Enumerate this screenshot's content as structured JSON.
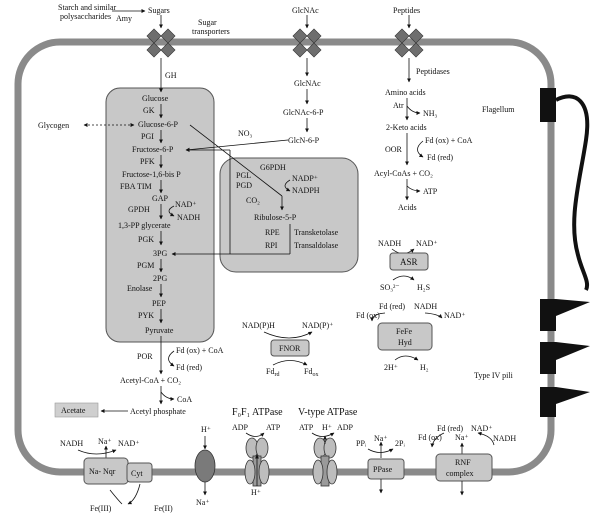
{
  "external": {
    "starch": [
      "Starch and similar",
      "polysaccharides"
    ],
    "amy": "Amy",
    "sugars": "Sugars",
    "sugar_transporters": [
      "Sugar",
      "transporters"
    ],
    "glcnac": "GlcNAc",
    "peptides": "Peptides"
  },
  "glycolysis": {
    "gh": "GH",
    "glucose": "Glucose",
    "gk": "GK",
    "glycogen": "Glycogen",
    "g6p": "Glucose-6-P",
    "pgi": "PGI",
    "f6p": "Fructose-6-P",
    "pfk": "PFK",
    "f16bp": "Fructose-1,6-bis P",
    "fba_tim": "FBA TIM",
    "gap": "GAP",
    "gpdh": "GPDH",
    "nad_plus": "NAD⁺",
    "nadh": "NADH",
    "bpg": "1,3-PP glycerate",
    "pgk": "PGK",
    "pg3": "3PG",
    "pgm": "PGM",
    "pg2": "2PG",
    "enolase": "Enolase",
    "pep": "PEP",
    "pyk": "PYK",
    "pyruvate": "Pyruvate"
  },
  "ppp": {
    "no3": "NO₃",
    "g6pdh": "G6PDH",
    "pgl": "PGL",
    "pgd": "PGD",
    "nadp_plus": "NADP⁺",
    "nadph": "NADPH",
    "co2": "CO₂",
    "ribulose": "Ribulose-5-P",
    "rpe": "RPE",
    "rpi": "RPI",
    "transketolase": "Transketolase",
    "transaldolase": "Transaldolase"
  },
  "glcnac_path": {
    "glcnac": "GlcNAc",
    "glcnac6p": "GlcNAc-6-P",
    "glcn6p": "GlcN-6-P"
  },
  "amino": {
    "peptidases": "Peptidases",
    "amino_acids": "Amino acids",
    "atr": "Atr",
    "nh3": "NH₃",
    "keto": "2-Keto acids",
    "oor": "OOR",
    "fd_ox_coa": "Fd (ox) + CoA",
    "fd_red": "Fd (red)",
    "acyl": "Acyl-CoAs + CO₂",
    "atp": "ATP",
    "acids": "Acids"
  },
  "flagellum": "Flagellum",
  "type_iv_pili": "Type IV pili",
  "asr": {
    "nadh": "NADH",
    "nad_plus": "NAD⁺",
    "label": "ASR",
    "so3": "SO₃²⁻",
    "h2s": "H₂S"
  },
  "fefe": {
    "fd_ox": "Fd (ox)",
    "fd_red": "Fd (red)",
    "nadh": "NADH",
    "nad_plus": "NAD⁺",
    "label1": "FeFe",
    "label2": "Hyd",
    "h_plus": "2H⁺",
    "h2": "H₂"
  },
  "fnor": {
    "nadph": "NAD(P)H",
    "nadp_plus": "NAD(P)⁺",
    "label": "FNOR",
    "fd_rd": "Fd",
    "fd_rd_sub": "rd",
    "fd_ox": "Fd",
    "fd_ox_sub": "ox"
  },
  "por": {
    "por": "POR",
    "fd_ox_coa": "Fd (ox) + CoA",
    "fd_red": "Fd (red)",
    "acetyl_coa": "Acetyl-CoA + CO₂",
    "coa": "CoA",
    "acetate": "Acetate",
    "acetyl_phosphate": "Acetyl phosphate"
  },
  "membrane": {
    "nqr": {
      "nadh": "NADH",
      "na_plus": "Na⁺",
      "nad_plus": "NAD⁺",
      "label": "Na- Nqr",
      "fe3": "Fe(III)"
    },
    "cyt": {
      "label": "Cyt",
      "fe2": "Fe(II)"
    },
    "antiport": {
      "h_plus": "H⁺",
      "na_plus": "Na⁺"
    },
    "f0f1": {
      "title": "F₀F₁ ATPase",
      "adp": "ADP",
      "atp": "ATP",
      "h_plus": "H⁺"
    },
    "vtype": {
      "title": "V-type ATPase",
      "atp": "ATP",
      "h_plus": "H⁺",
      "adp": "ADP"
    },
    "ppase": {
      "ppi": "PPᵢ",
      "na_plus": "Na⁺",
      "pi": "2Pᵢ",
      "label": "PPase"
    },
    "rnf": {
      "fd_red": "Fd (red)",
      "fd_ox": "Fd (ox)",
      "na_plus": "Na⁺",
      "nad_plus": "NAD⁺",
      "nadh": "NADH",
      "label1": "RNF",
      "label2": "complex"
    }
  }
}
